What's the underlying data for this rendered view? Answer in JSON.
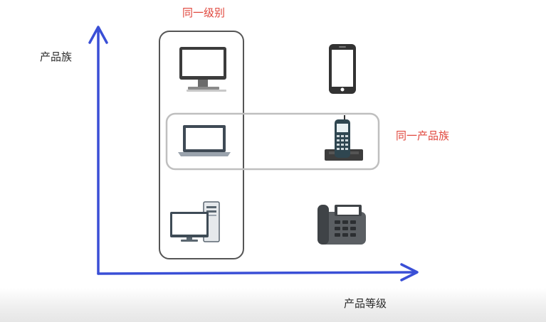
{
  "labels": {
    "same_level": "同一级别",
    "same_family": "同一产品族",
    "y_axis": "产品族",
    "x_axis": "产品等级"
  },
  "colors": {
    "axis": "#3a4fd6",
    "highlight_text": "#e0463c",
    "level_box_border": "#555555",
    "family_box_border": "#bfbfbf"
  },
  "icons": [
    "desktop-monitor-icon",
    "smartphone-icon",
    "laptop-icon",
    "cordless-phone-icon",
    "desktop-computer-icon",
    "landline-phone-icon"
  ]
}
